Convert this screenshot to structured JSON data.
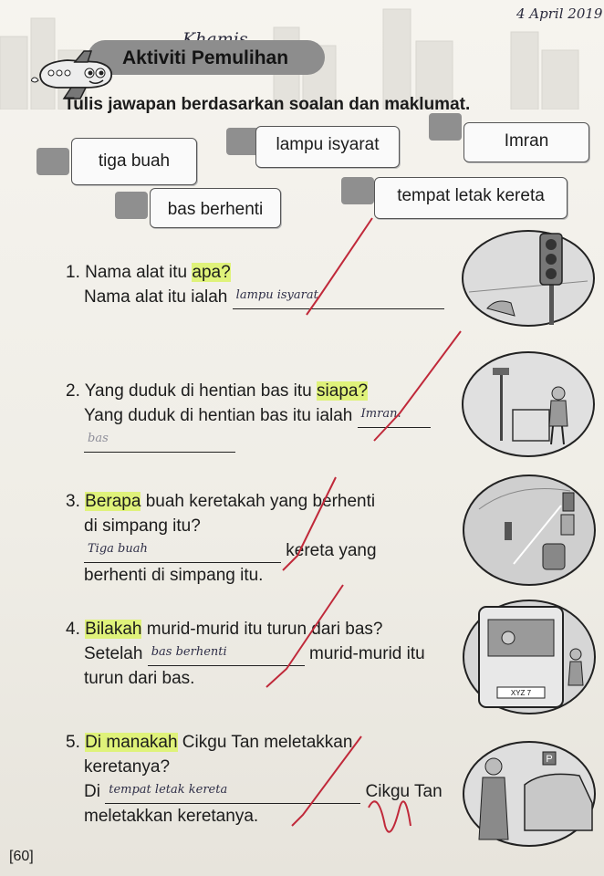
{
  "header": {
    "date_note": "4 April 2019",
    "student_name": "Khamis",
    "title": "Aktiviti Pemulihan",
    "instruction": "Tulis jawapan berdasarkan soalan dan maklumat."
  },
  "word_bank": [
    "tiga buah",
    "lampu isyarat",
    "Imran",
    "bas berhenti",
    "tempat letak kereta"
  ],
  "questions": [
    {
      "number": "1.",
      "line1_pre": "Nama alat itu ",
      "line1_hl": "apa?",
      "line2_pre": "Nama alat itu ialah",
      "answer": "lampu isyarat"
    },
    {
      "number": "2.",
      "line1_pre": "Yang duduk di hentian bas itu ",
      "line1_hl": "siapa?",
      "line2_pre": "Yang duduk di hentian bas itu ialah",
      "answer": "Imran.",
      "answer2": "bas"
    },
    {
      "number": "3.",
      "line1_hl": "Berapa",
      "line1_post": " buah keretakah yang berhenti",
      "line2": "di simpang itu?",
      "line3_post": "kereta yang",
      "line4": "berhenti di simpang itu.",
      "answer": "Tiga buah"
    },
    {
      "number": "4.",
      "line1_hl": "Bilakah",
      "line1_post": " murid-murid itu turun dari bas?",
      "line2_pre": "Setelah",
      "line2_post": "murid-murid itu",
      "line3": "turun dari bas.",
      "answer": "bas berhenti"
    },
    {
      "number": "5.",
      "line1_hl": "Di manakah",
      "line1_post": " Cikgu Tan meletakkan",
      "line2": "keretanya?",
      "line3_pre": "Di",
      "line3_post": "Cikgu Tan",
      "line4": "meletakkan keretanya.",
      "answer": "tempat letak kereta"
    }
  ],
  "plate_text": "XYZ 7",
  "page_number": "60",
  "colors": {
    "highlight": "#dff27a",
    "title_bar": "#8d8d8d",
    "tick_red": "#c0293a",
    "paper": "#f3f1ec"
  }
}
